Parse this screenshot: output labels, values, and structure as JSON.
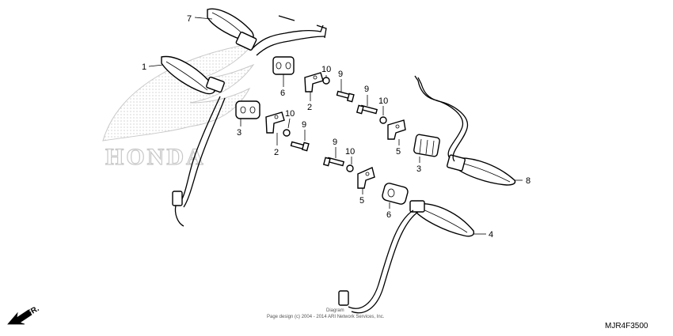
{
  "brand_watermark": "HONDA",
  "fr_label": "FR.",
  "diagram_code": "MJR4F3500",
  "footer": {
    "line1": "Diagram",
    "line2": "Page design (c) 2004 - 2014 ARI Network Services, Inc."
  },
  "callouts": [
    {
      "id": "c7",
      "label": "7"
    },
    {
      "id": "c1",
      "label": "1"
    },
    {
      "id": "c6a",
      "label": "6"
    },
    {
      "id": "c10a",
      "label": "10"
    },
    {
      "id": "c9a",
      "label": "9"
    },
    {
      "id": "c2a",
      "label": "2"
    },
    {
      "id": "c3a",
      "label": "3"
    },
    {
      "id": "c10b",
      "label": "10"
    },
    {
      "id": "c9b",
      "label": "9"
    },
    {
      "id": "c2b",
      "label": "2"
    },
    {
      "id": "c9c",
      "label": "9"
    },
    {
      "id": "c10c",
      "label": "10"
    },
    {
      "id": "c5a",
      "label": "5"
    },
    {
      "id": "c3b",
      "label": "3"
    },
    {
      "id": "c8",
      "label": "8"
    },
    {
      "id": "c9d",
      "label": "9"
    },
    {
      "id": "c10d",
      "label": "10"
    },
    {
      "id": "c5b",
      "label": "5"
    },
    {
      "id": "c6b",
      "label": "6"
    },
    {
      "id": "c4",
      "label": "4"
    }
  ]
}
